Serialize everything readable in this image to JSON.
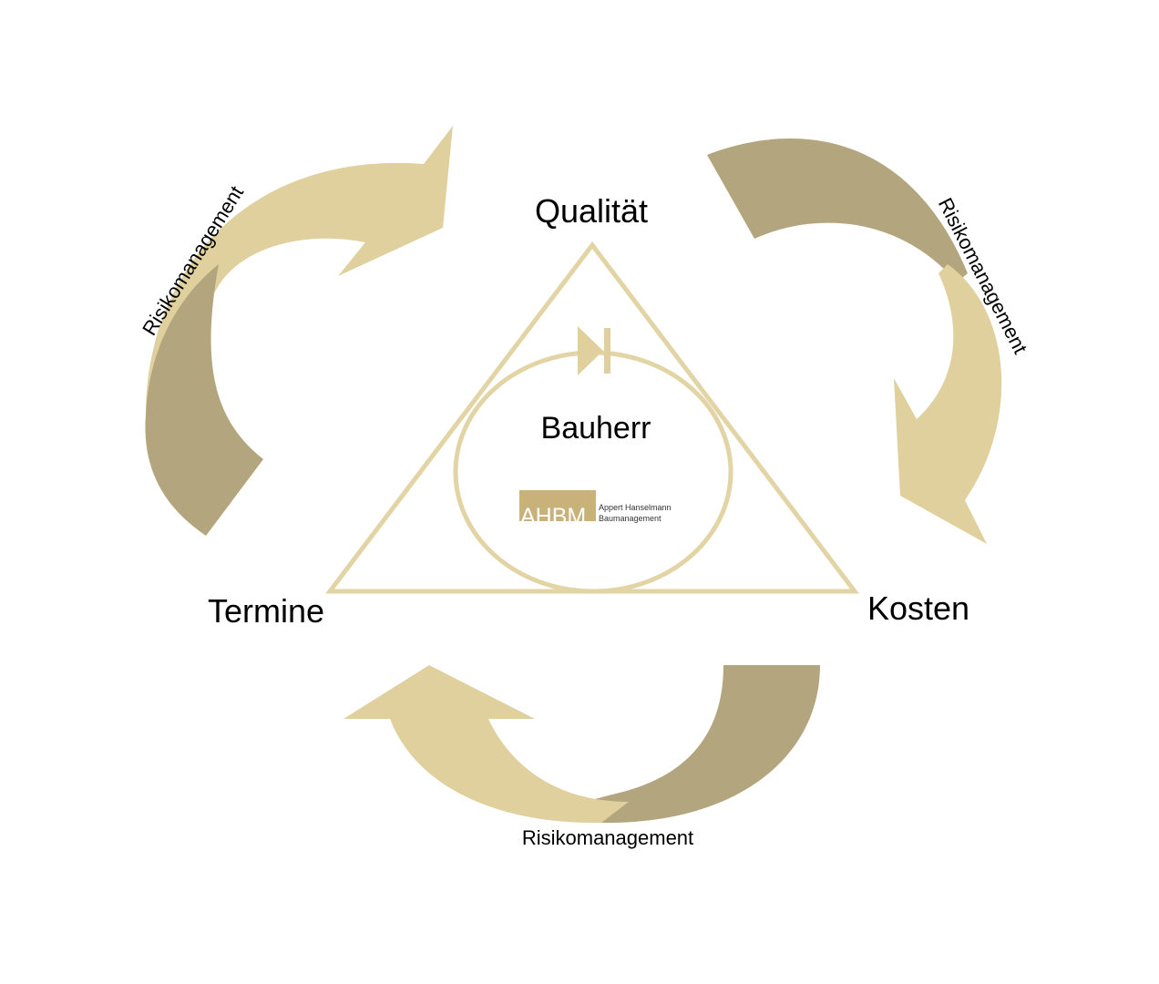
{
  "colors": {
    "light_gold": "#dfd09d",
    "dark_gold": "#b3a57d",
    "outline_gold": "#e2d4a4",
    "text": "#000000"
  },
  "triangle": {
    "top_label": "Qualität",
    "left_label": "Termine",
    "right_label": "Kosten"
  },
  "center": {
    "label": "Bauherr"
  },
  "logo": {
    "mark": "AHBM",
    "company_line1": "Appert Hanselmann",
    "company_line2": "Baumanagement"
  },
  "cycle_arrows": [
    {
      "name": "risk-arrow-left",
      "label": "Risikomanagement"
    },
    {
      "name": "risk-arrow-right",
      "label": "Risikomanagement"
    },
    {
      "name": "risk-arrow-bottom",
      "label": "Risikomanagement"
    }
  ]
}
